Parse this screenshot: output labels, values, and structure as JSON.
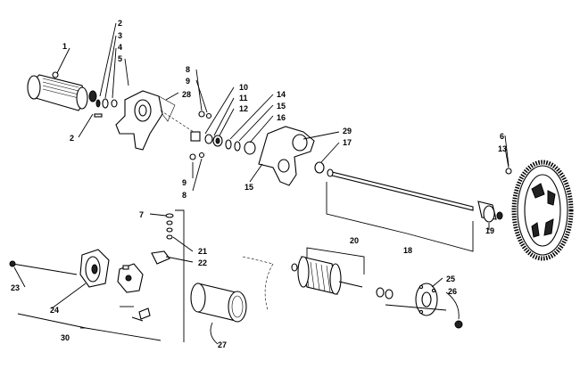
{
  "diagram": {
    "labels": {
      "p1": "1",
      "p2a": "2",
      "p3": "3",
      "p4": "4",
      "p5": "5",
      "p2b": "2",
      "p28": "28",
      "p8a": "8",
      "p9a": "9",
      "p10": "10",
      "p11": "11",
      "p12": "12",
      "p14": "14",
      "p15a": "15",
      "p16": "16",
      "p29": "29",
      "p17": "17",
      "p9b": "9",
      "p8b": "8",
      "p15b": "15",
      "p6": "6",
      "p13": "13",
      "p18": "18",
      "p19": "19",
      "p20": "20",
      "p7": "7",
      "p21": "21",
      "p22": "22",
      "p23": "23",
      "p24": "24",
      "p30": "30",
      "p27": "27",
      "p25": "25",
      "p26": "26"
    }
  }
}
